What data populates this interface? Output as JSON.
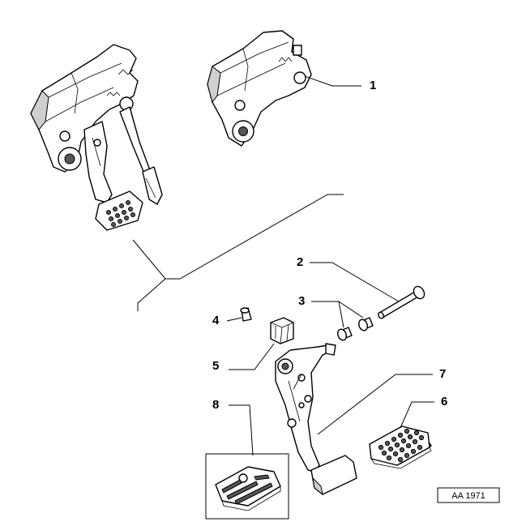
{
  "callouts": {
    "c1": "1",
    "c2": "2",
    "c3": "3",
    "c4": "4",
    "c5": "5",
    "c6": "6",
    "c7": "7",
    "c8": "8"
  },
  "reference_code": "AA 1971"
}
